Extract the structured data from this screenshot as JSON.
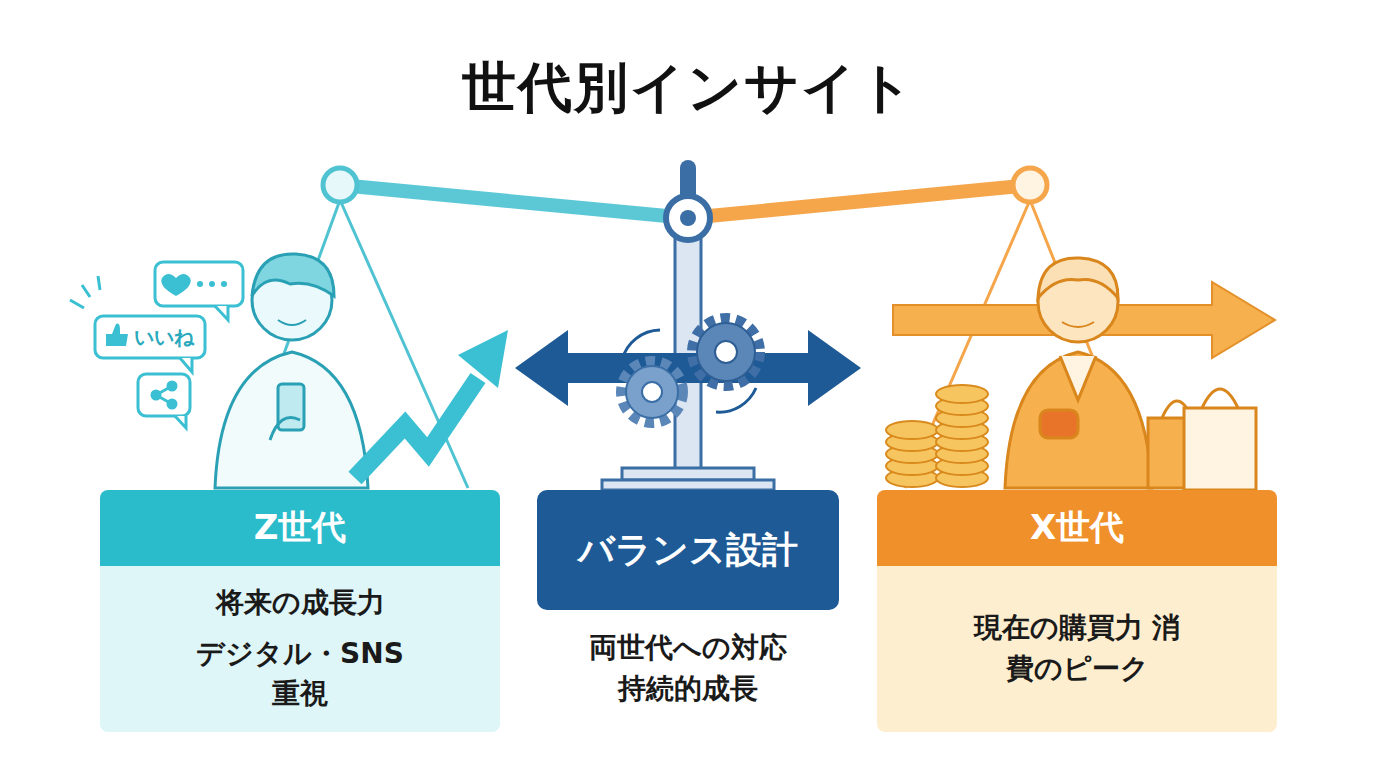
{
  "diagram": {
    "title": "世代別インサイト",
    "nodes": [
      {
        "text": [
          "Z世代",
          "将来の成長力",
          "デジタル・SNS重視"
        ]
      },
      {
        "text": [
          "バランス設計",
          "両世代への対応 持続的成長"
        ]
      },
      {
        "text": [
          "X世代",
          "現在の購買力 消費のピーク"
        ]
      }
    ],
    "labels": [
      "いいね"
    ]
  }
}
